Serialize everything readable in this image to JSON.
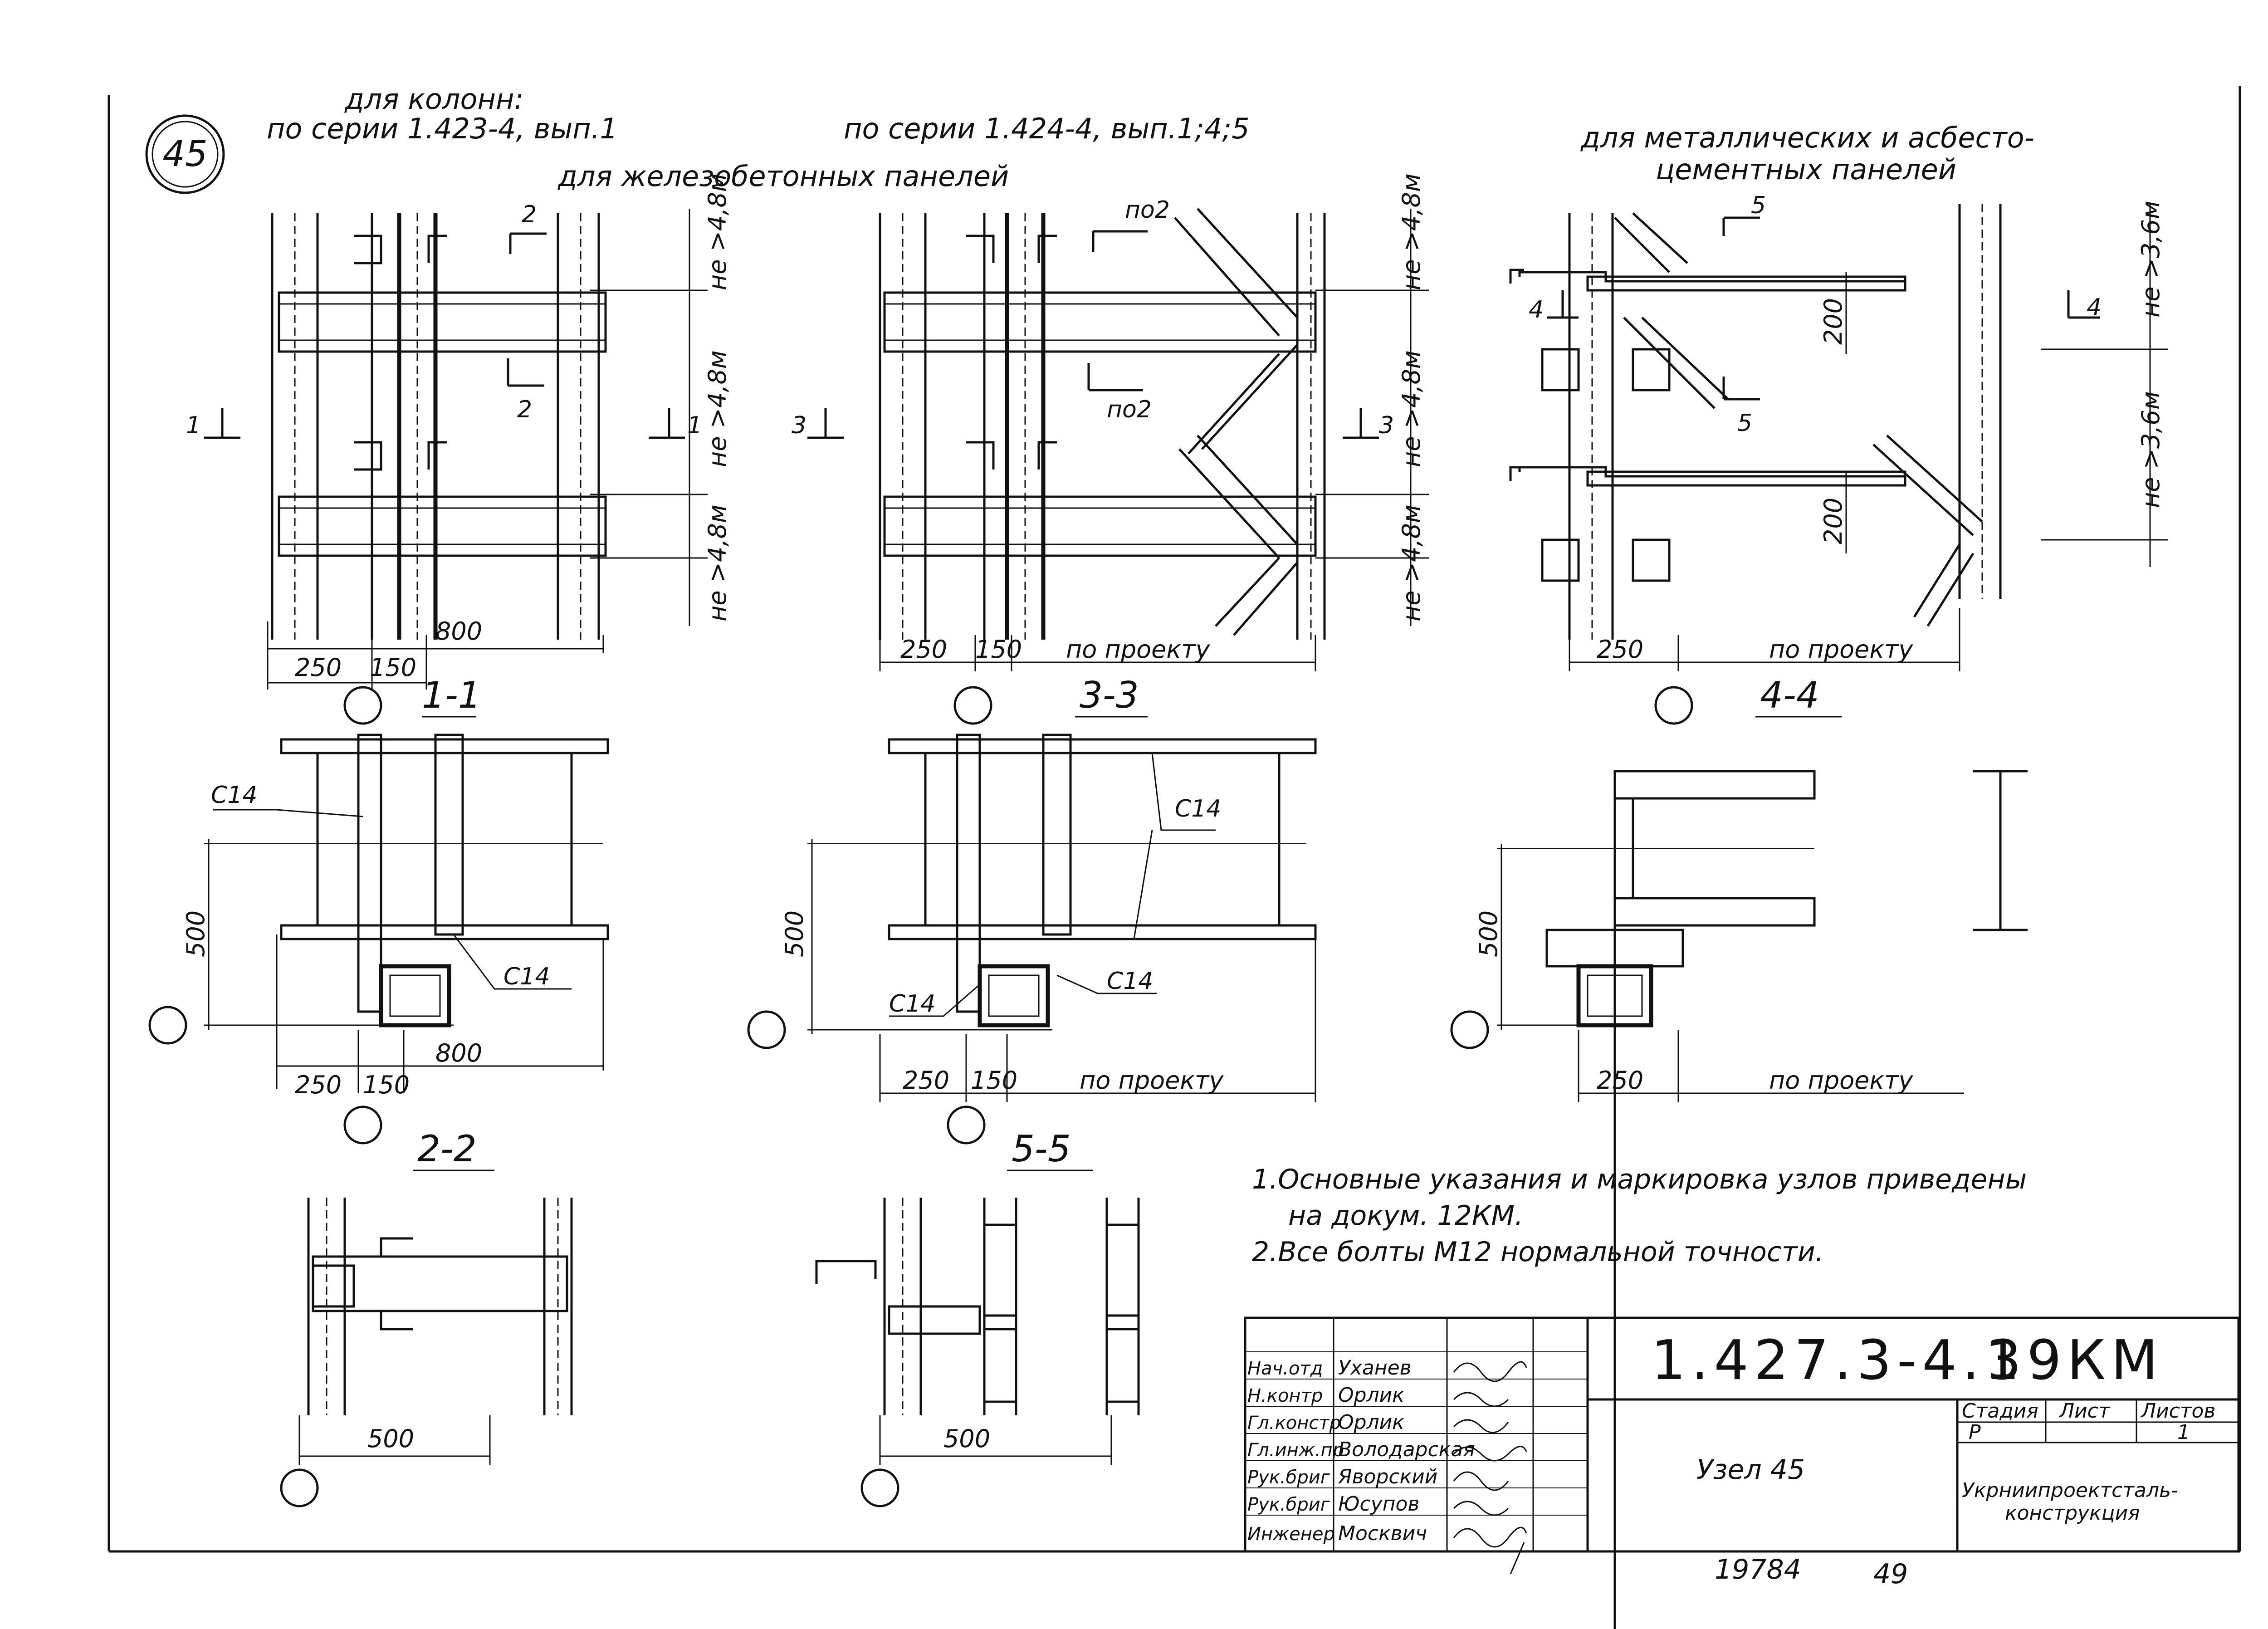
{
  "sheet": {
    "node_number": "45",
    "header_left_line1": "для колонн:",
    "header_left_line2": "по серии 1.423-4, вып.1",
    "header_center": "по серии 1.424-4, вып.1;4;5",
    "header_subtitle_rc": "для железобетонных панелей",
    "header_right_line1": "для металлических и асбесто-",
    "header_right_line2": "цементных панелей"
  },
  "views": {
    "elevation_a": {
      "dims": [
        "250",
        "150",
        "800"
      ],
      "heights": [
        "не >4,8м",
        "не >4,8м",
        "не >4,8м"
      ],
      "cuts": [
        "1",
        "1",
        "2",
        "2"
      ]
    },
    "elevation_b": {
      "dims": [
        "250",
        "150",
        "по проекту"
      ],
      "heights": [
        "не >4,8м",
        "не >4,8м",
        "не >4,8м"
      ],
      "cuts": [
        "3",
        "3"
      ],
      "labels": [
        "по2",
        "по2"
      ]
    },
    "elevation_c": {
      "dims": [
        "250",
        "по проекту",
        "200",
        "200"
      ],
      "heights": [
        "не >3,6м",
        "не >3,6м"
      ],
      "cuts": [
        "4",
        "4",
        "5",
        "5"
      ]
    }
  },
  "sections": {
    "s11": {
      "title": "1-1",
      "labels": [
        "С14",
        "С14"
      ],
      "dims": [
        "500",
        "250",
        "150",
        "800"
      ]
    },
    "s33": {
      "title": "3-3",
      "labels": [
        "С14",
        "С14",
        "С14"
      ],
      "dims": [
        "500",
        "250",
        "150",
        "по проекту"
      ]
    },
    "s44": {
      "title": "4-4",
      "dims": [
        "500",
        "250",
        "по проекту"
      ]
    },
    "s22": {
      "title": "2-2",
      "dims": [
        "500"
      ]
    },
    "s55": {
      "title": "5-5",
      "dims": [
        "500"
      ]
    }
  },
  "notes": [
    "1.Основные указания и маркировка узлов приведены",
    "на докум. 12КМ.",
    "2.Все болты М12 нормальной точности."
  ],
  "title_block": {
    "doc_code": "1.427.3-4.1",
    "sheet_code": "39КМ",
    "node_title": "Узел 45",
    "stage_header": "Стадия",
    "sheet_header": "Лист",
    "sheets_header": "Листов",
    "stage": "Р",
    "sheet_no": "",
    "sheets_total": "1",
    "org_line1": "Укрниипроектсталь-",
    "org_line2": "конструкция",
    "roles": [
      {
        "role": "Нач.отд",
        "name": "Уханев"
      },
      {
        "role": "Н.контр",
        "name": "Орлик"
      },
      {
        "role": "Гл.констр",
        "name": "Орлик"
      },
      {
        "role": "Гл.инж.пр",
        "name": "Володарская"
      },
      {
        "role": "Рук.бриг",
        "name": "Яворский"
      },
      {
        "role": "Рук.бриг",
        "name": "Юсупов"
      },
      {
        "role": "Инженер",
        "name": "Москвич"
      }
    ]
  },
  "footer": {
    "inventory_no": "19784",
    "page_no": "49"
  }
}
